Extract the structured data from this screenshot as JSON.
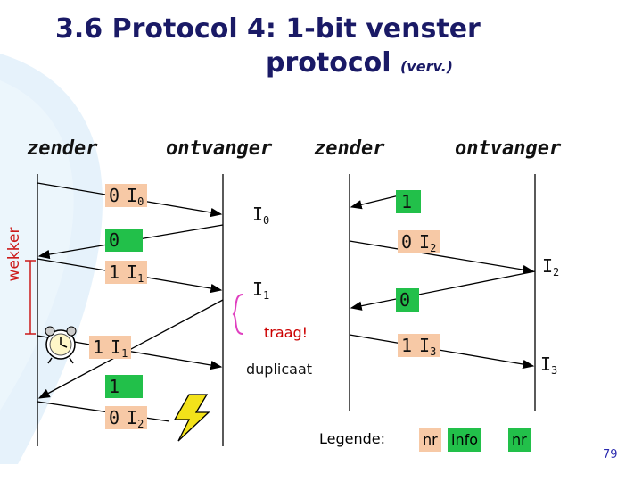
{
  "title": {
    "line1": "3.6 Protocol 4: 1-bit venster",
    "line2": "protocol",
    "continued": "(verv.)"
  },
  "roles": {
    "zender1": "zender",
    "ontvanger1": "ontvanger",
    "zender2": "zender",
    "ontvanger2": "ontvanger"
  },
  "timer_label": "wekker",
  "left": {
    "m1": {
      "seq": "0",
      "payload": "I",
      "sub": "0"
    },
    "m1_label": {
      "text": "I",
      "sub": "0"
    },
    "ack1": "0",
    "m2": {
      "seq": "1",
      "payload": "I",
      "sub": "1"
    },
    "m2_label": {
      "text": "I",
      "sub": "1"
    },
    "m3": {
      "seq": "1",
      "payload": "I",
      "sub": "1"
    },
    "ack2": "1",
    "m4": {
      "seq": "0",
      "payload": "I",
      "sub": "2"
    }
  },
  "right": {
    "ack1": "1",
    "m1": {
      "seq": "0",
      "payload": "I",
      "sub": "2"
    },
    "m1_label": {
      "text": "I",
      "sub": "2"
    },
    "ack2": "0",
    "m2": {
      "seq": "1",
      "payload": "I",
      "sub": "3"
    },
    "m2_label": {
      "text": "I",
      "sub": "3"
    }
  },
  "annotations": {
    "slow": "traag!",
    "duplicate": "duplicaat"
  },
  "legend": {
    "label": "Legende:",
    "nr": "nr",
    "info": "info",
    "ack_nr": "nr"
  },
  "page_number": "79",
  "colors": {
    "frame": "#f7c9a6",
    "ack": "#22c04a",
    "title": "#1a1a66",
    "timer": "#cc1a1a",
    "accent_bar": "#cfe6f7"
  }
}
